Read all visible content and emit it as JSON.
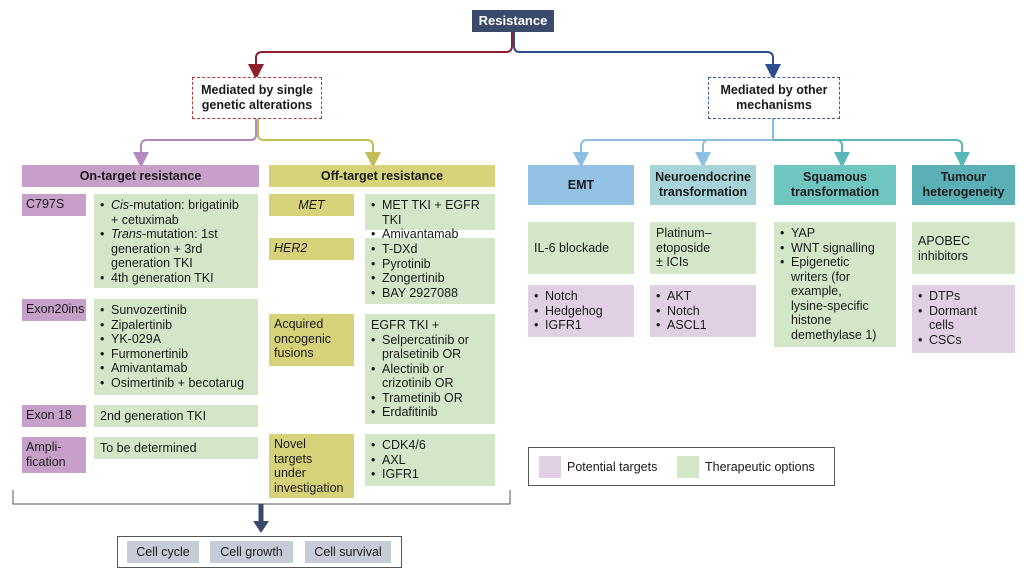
{
  "root": "Resistance",
  "branches": {
    "genetic": [
      "Mediated by single",
      "genetic alterations"
    ],
    "other": [
      "Mediated by other",
      "mechanisms"
    ]
  },
  "headers": {
    "on_target": "On-target resistance",
    "off_target": "Off-target resistance",
    "emt": "EMT",
    "neuro": [
      "Neuroendocrine",
      "transformation"
    ],
    "squamous": [
      "Squamous",
      "transformation"
    ],
    "tumour": [
      "Tumour",
      "heterogeneity"
    ]
  },
  "on_target": [
    {
      "label": [
        "C797S"
      ],
      "items": [
        {
          "lead": "Cis",
          "rest": "-mutation: brigatinib",
          "cont": [
            "+ cetuximab"
          ]
        },
        {
          "lead": "Trans",
          "rest": "-mutation: 1st",
          "cont": [
            "generation + 3rd",
            "generation TKI"
          ]
        },
        {
          "text": "4th generation TKI"
        }
      ]
    },
    {
      "label": [
        "Exon20ins"
      ],
      "items": [
        "Sunvozertinib",
        "Zipalertinib",
        "YK-029A",
        "Furmonertinib",
        "Amivantamab",
        "Osimertinib + becotarug"
      ]
    },
    {
      "label": [
        "Exon 18"
      ],
      "text": "2nd generation TKI"
    },
    {
      "label": [
        "Ampli-",
        "fication"
      ],
      "text": "To be determined"
    }
  ],
  "off_target": [
    {
      "label": [
        "MET"
      ],
      "items": [
        "MET TKI + EGFR TKI",
        "Amivantamab"
      ]
    },
    {
      "label": [
        "HER2"
      ],
      "items": [
        "T-DXd",
        "Pyrotinib",
        "Zongertinib",
        "BAY 2927088"
      ]
    },
    {
      "label": [
        "Acquired",
        "oncogenic",
        "fusions"
      ],
      "intro": "EGFR TKI +",
      "items": [
        [
          "Selpercatinib or",
          "pralsetinib OR"
        ],
        [
          "Alectinib or",
          "crizotinib OR"
        ],
        [
          "Trametinib OR"
        ],
        [
          "Erdafitinib"
        ]
      ]
    },
    {
      "label": [
        "Novel",
        "targets",
        "under",
        "investigation"
      ],
      "items": [
        "CDK4/6",
        "AXL",
        "IGFR1"
      ]
    }
  ],
  "emt": {
    "therapeutic": "IL-6 blockade",
    "potential": [
      "Notch",
      "Hedgehog",
      "IGFR1"
    ]
  },
  "neuro": {
    "therapeutic": [
      "Platinum–",
      "etoposide",
      "± ICIs"
    ],
    "potential": [
      "AKT",
      "Notch",
      "ASCL1"
    ]
  },
  "squamous": {
    "therapeutic": [
      [
        "YAP"
      ],
      [
        "WNT signalling"
      ],
      [
        "Epigenetic",
        "writers (for",
        "example,",
        "lysine-specific",
        "histone",
        "demethylase 1)"
      ]
    ]
  },
  "tumour": {
    "therapeutic": [
      "APOBEC",
      "inhibitors"
    ],
    "potential": [
      [
        "DTPs"
      ],
      [
        "Dormant",
        "cells"
      ],
      [
        "CSCs"
      ]
    ]
  },
  "legend": {
    "potential": "Potential targets",
    "therapeutic": "Therapeutic options"
  },
  "bottom": [
    "Cell cycle",
    "Cell growth",
    "Cell survival"
  ],
  "colors": {
    "root": "#3b4a6b",
    "genetic_branch": "#8e1f2c",
    "other_branch": "#2b4f8c",
    "on_target": "#c7a0ca",
    "off_target": "#d6d27a",
    "therapeutic": "#d3e6c7",
    "potential": "#e1d0e4",
    "emt": "#93c2e4",
    "neuro": "#a6d4d9",
    "squamous": "#6fc6c1",
    "tumour": "#5ab0b6"
  }
}
